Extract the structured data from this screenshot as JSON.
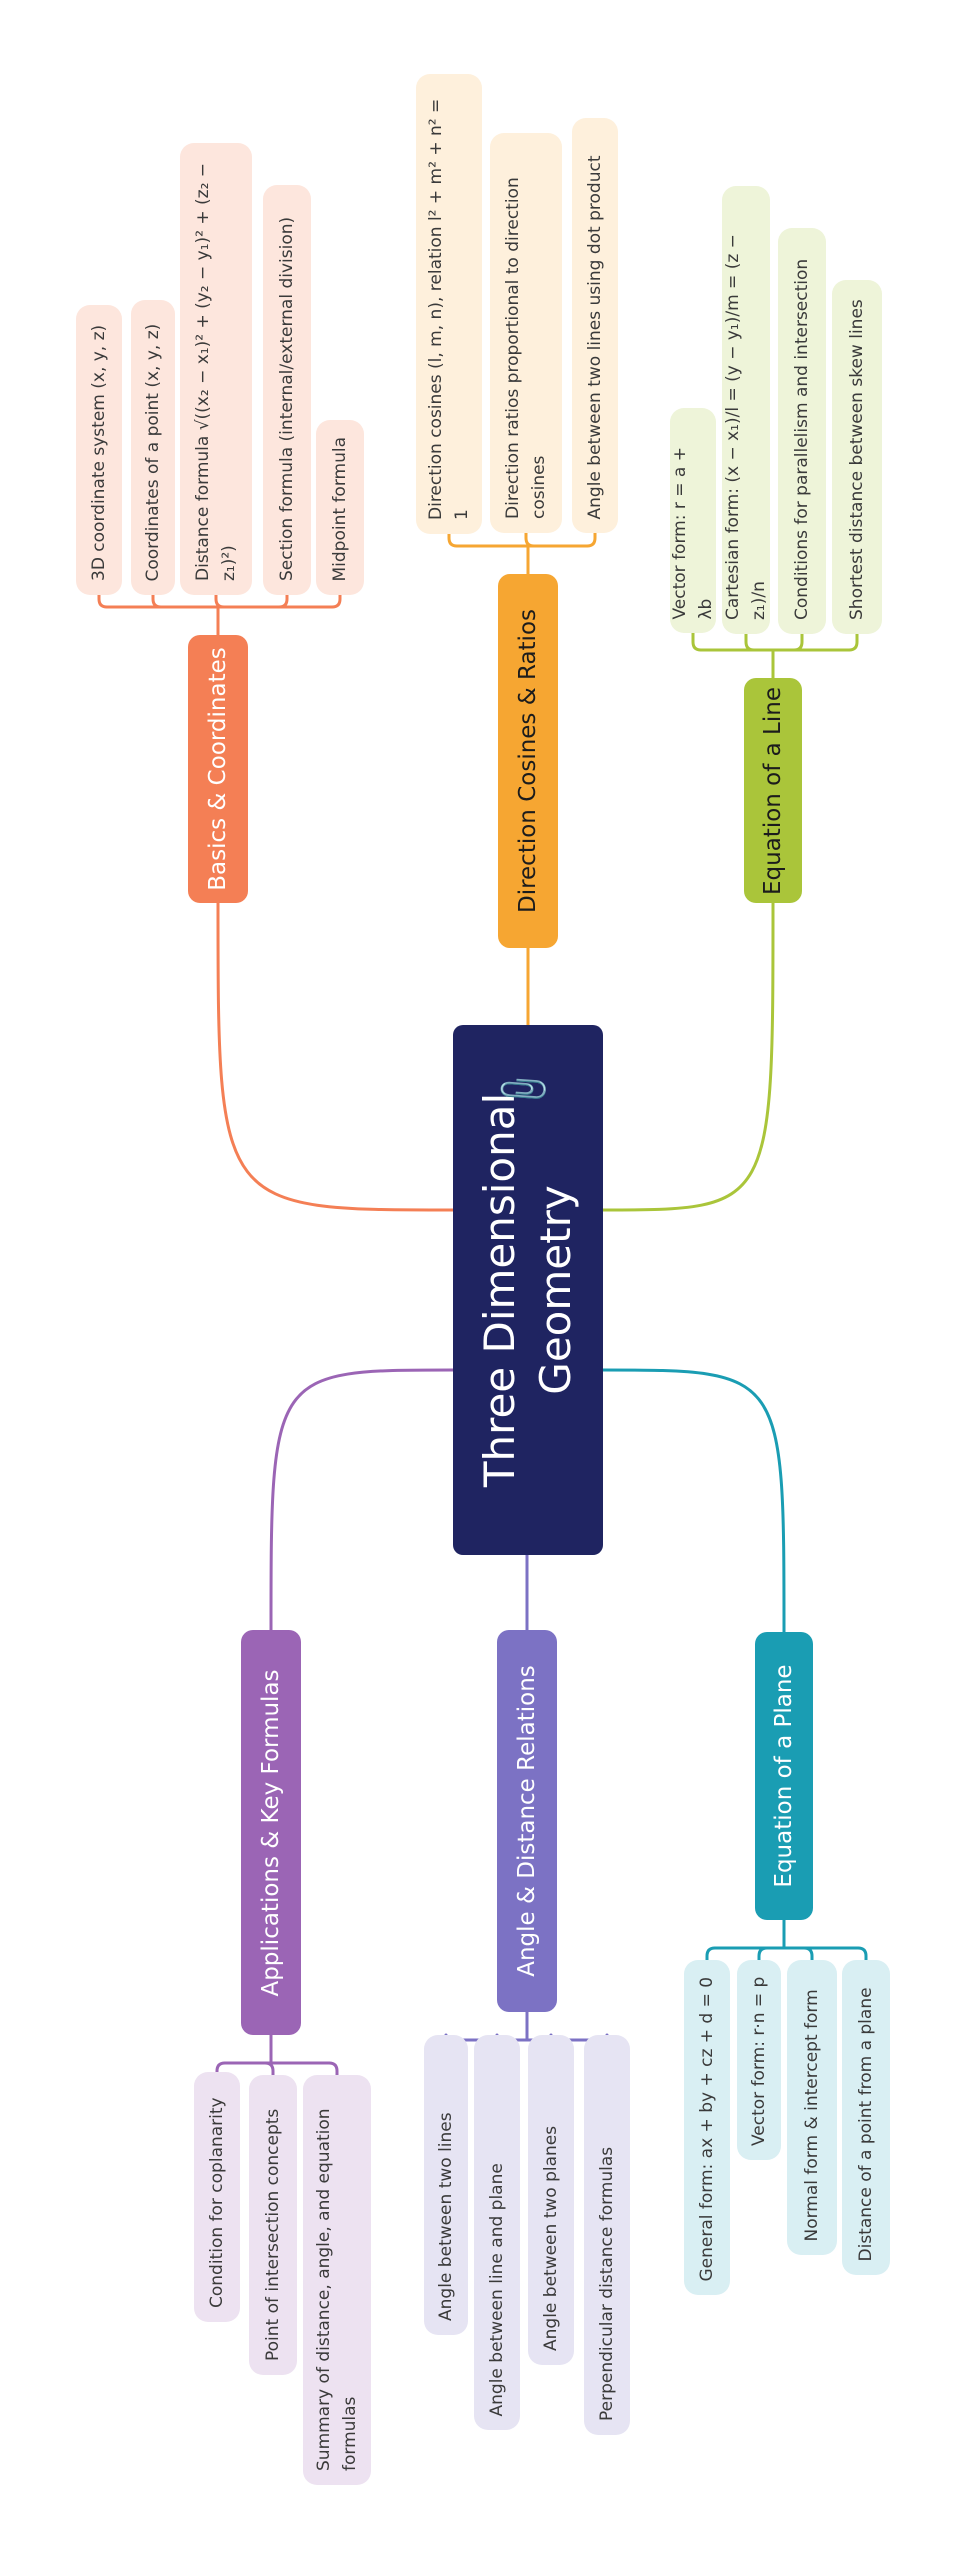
{
  "title": "Three Dimensional Geometry",
  "center_icon": "paperclip-icon",
  "branches": [
    {
      "id": "basics",
      "label": "Basics & Coordinates",
      "color": "#f47f55",
      "leaf_bg": "#fde6dd",
      "label_dark": false,
      "leaves": [
        "3D coordinate system (x, y, z)",
        "Coordinates of a point (x, y, z)",
        "Distance formula √((x₂ − x₁)² + (y₂ − y₁)² + (z₂ − z₁)²)",
        "Section formula (internal/external division)",
        "Midpoint formula"
      ]
    },
    {
      "id": "direction",
      "label": "Direction Cosines & Ratios",
      "color": "#f6a632",
      "leaf_bg": "#fef0dc",
      "label_dark": true,
      "leaves": [
        "Direction cosines (l, m, n), relation l² + m² + n² = 1",
        "Direction ratios proportional to direction cosines",
        "Angle between two lines using dot product"
      ]
    },
    {
      "id": "line",
      "label": "Equation of a Line",
      "color": "#aac53a",
      "leaf_bg": "#eef4d9",
      "label_dark": true,
      "leaves": [
        "Vector form: r = a + λb",
        "Cartesian form: (x − x₁)/l = (y − y₁)/m = (z − z₁)/n",
        "Conditions for parallelism and intersection",
        "Shortest distance between skew lines"
      ]
    },
    {
      "id": "applications",
      "label": "Applications & Key Formulas",
      "color": "#9b65b5",
      "leaf_bg": "#ede2f1",
      "label_dark": false,
      "leaves": [
        "Condition for coplanarity",
        "Point of intersection concepts",
        "Summary of distance, angle, and equation formulas"
      ]
    },
    {
      "id": "angle",
      "label": "Angle & Distance Relations",
      "color": "#7c72c4",
      "leaf_bg": "#e6e4f3",
      "label_dark": false,
      "leaves": [
        "Angle between two lines",
        "Angle between line and plane",
        "Angle between two planes",
        "Perpendicular distance formulas"
      ]
    },
    {
      "id": "plane",
      "label": "Equation of a Plane",
      "color": "#1a9db3",
      "leaf_bg": "#d9eff3",
      "label_dark": false,
      "leaves": [
        "General form: ax + by + cz + d = 0",
        "Vector form: r·n = p",
        "Normal form & intercept form",
        "Distance of a point from a plane"
      ]
    }
  ]
}
